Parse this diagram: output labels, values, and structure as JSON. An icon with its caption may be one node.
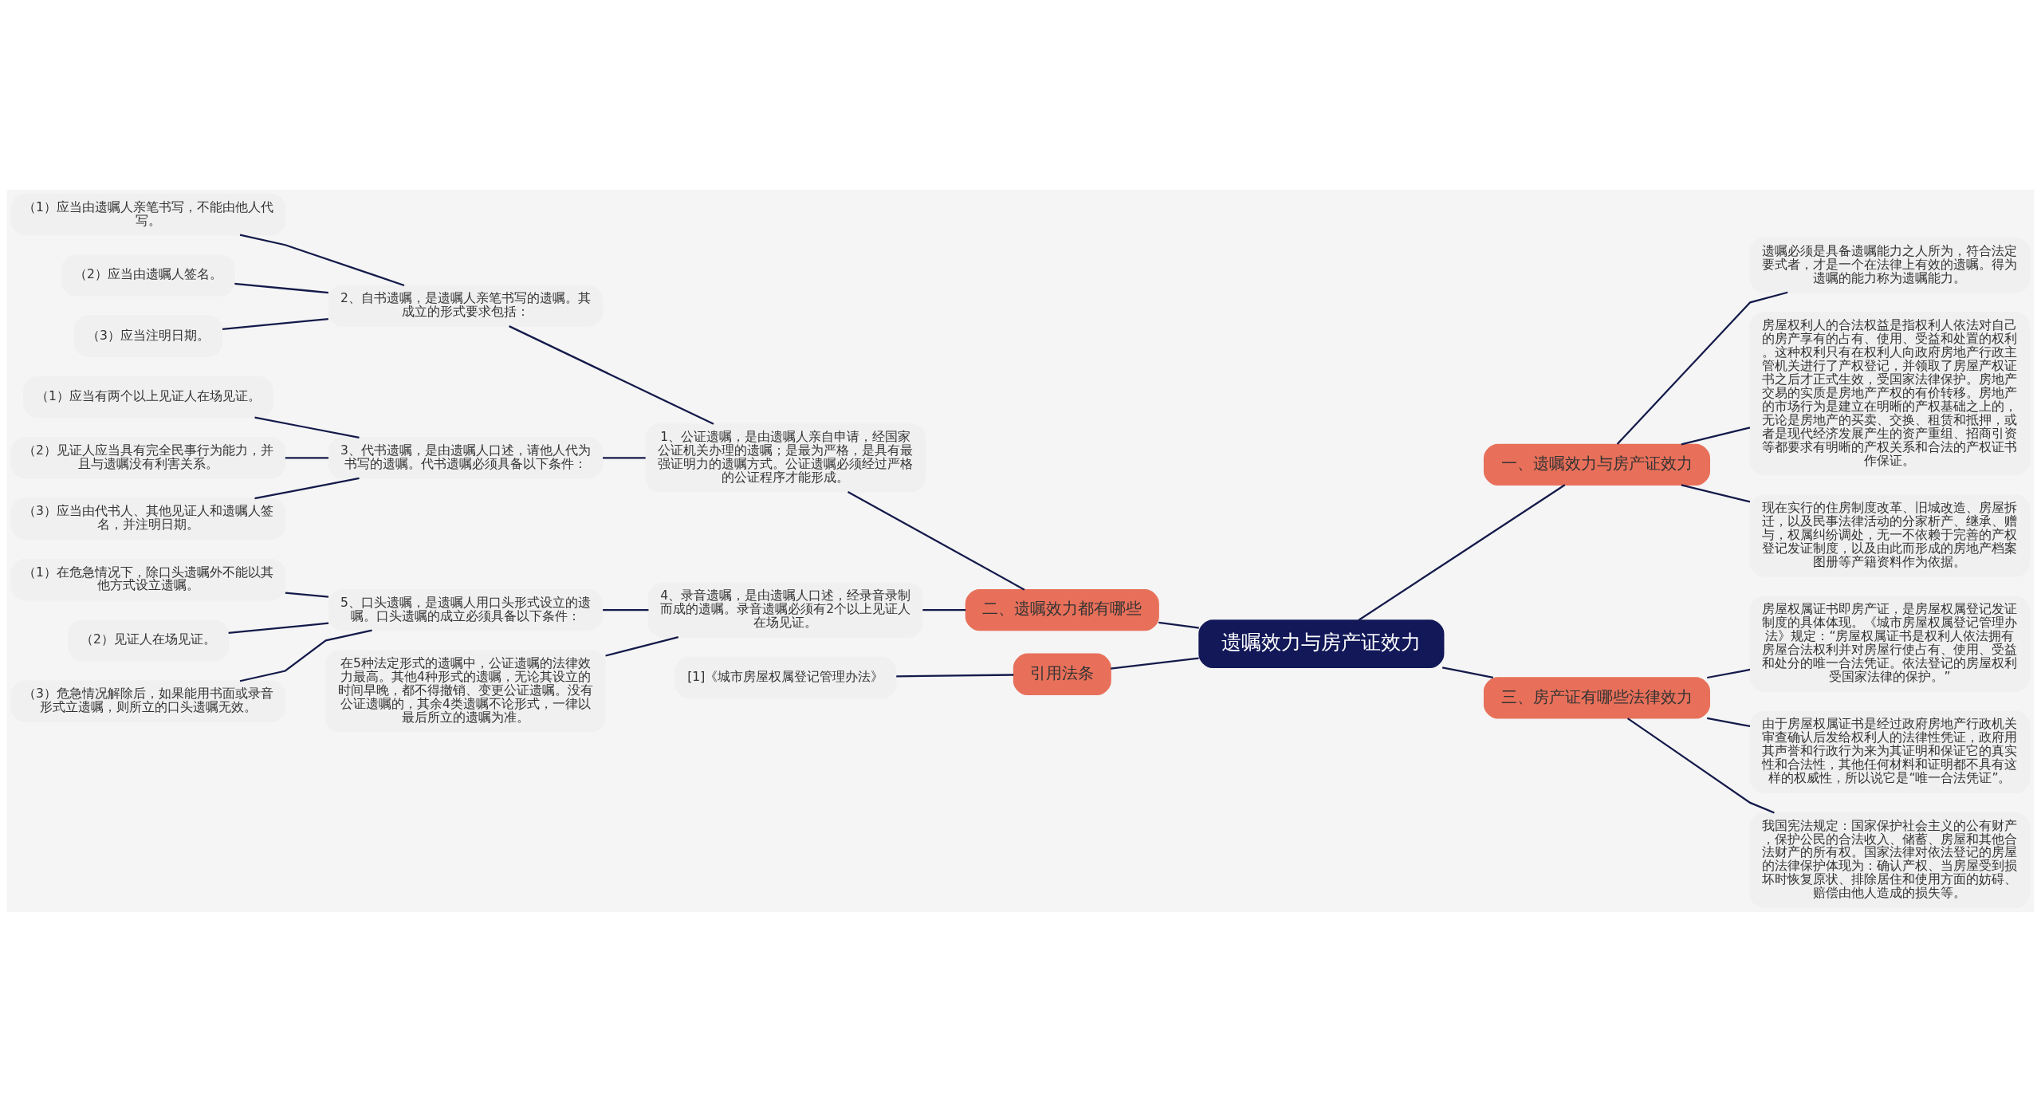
{
  "diagram": {
    "nodes": [
      {
        "text": [
          "遗嘱效力与房产证效力"
        ]
      },
      {
        "text": [
          "一、遗嘱效力与房产证效力"
        ]
      },
      {
        "text": [
          "遗嘱必须是具备遗嘱能力之人所为，符合法定要式者，才是一个在法律上有效的遗嘱。得为遗嘱的能力称为遗嘱能力。"
        ]
      },
      {
        "text": [
          "房屋权利人的合法权益是指权利人依法对自己的房产享有的占有、使用、受益和处置的权利。这种权利只有在权利人向政府房地产行政主管机关进行了产权登记，并领取了房屋产权证书之后才正式生效，受国家法律保护。房地产交易的实质是房地产产权的有价转移。房地产的市场行为是建立在明晰的产权基础之上的，无论是房地产的买卖、交换、租赁和抵押，或者是现代经济发展产生的资产重组、招商引资等都要求有明晰的产权关系和合法的产权证书作保证。"
        ]
      },
      {
        "text": [
          "现在实行的住房制度改革、旧城改造、房屋拆迁，以及民事法律活动的分家析产、继承、赠与，权属纠纷调处，无一不依赖于完善的产权登记发证制度，以及由此而形成的房地产档案图册等产籍资料作为依据。"
        ]
      },
      {
        "text": [
          "三、房产证有哪些法律效力"
        ]
      },
      {
        "text": [
          "房屋权属证书即房产证，是房屋权属登记发证制度的具体体现。《城市房屋权属登记管理办法》规定：“房屋权属证书是权利人依法拥有房屋合法权利并对房屋行使占有、使用、受益和处分的唯一合法凭证。依法登记的房屋权利受国家法律的保护。”"
        ]
      },
      {
        "text": [
          "由于房屋权属证书是经过政府房地产行政机关审查确认后发给权利人的法律性凭证，政府用其声誉和行政行为来为其证明和保证它的真实性和合法性，其他任何材料和证明都不具有这样的权威性，所以说它是“唯一合法凭证”。"
        ]
      },
      {
        "text": [
          "我国宪法规定：国家保护社会主义的公有财产，保护公民的合法收入、储蓄、房屋和其他合法财产的所有权。国家法律对依法登记的房屋的法律保护体现为：确认产权、当房屋受到损坏时恢复原状、排除居住和使用方面的妨碍、赔偿由他人造成的损失等。"
        ]
      },
      {
        "text": [
          "二、遗嘱效力都有哪些"
        ]
      },
      {
        "text": [
          "1、公证遗嘱，是由遗嘱人亲自申请，经国家公证机关办理的遗嘱；是最为严格，是具有最强证明力的遗嘱方式。公证遗嘱必须经过严格的公证程序才能形成。"
        ]
      },
      {
        "text": [
          "2、自书遗嘱，是遗嘱人亲笔书写的遗嘱。其成立的形式要求包括："
        ]
      },
      {
        "text": [
          "（1）应当由遗嘱人亲笔书写，不能由他人代写。"
        ]
      },
      {
        "text": [
          "（2）应当由遗嘱人签名。"
        ]
      },
      {
        "text": [
          "（3）应当注明日期。"
        ]
      },
      {
        "text": [
          "3、代书遗嘱，是由遗嘱人口述，请他人代为书写的遗嘱。代书遗嘱必须具备以下条件："
        ]
      },
      {
        "text": [
          "（1）应当有两个以上见证人在场见证。"
        ]
      },
      {
        "text": [
          "（2）见证人应当具有完全民事行为能力，并且与遗嘱没有利害关系。"
        ]
      },
      {
        "text": [
          "（3）应当由代书人、其他见证人和遗嘱人签名，并注明日期。"
        ]
      },
      {
        "text": [
          "4、录音遗嘱，是由遗嘱人口述，经录音录制而成的遗嘱。录音遗嘱必须有2个以上见证人在场见证。"
        ]
      },
      {
        "text": [
          "5、口头遗嘱，是遗嘱人用口头形式设立的遗嘱。口头遗嘱的成立必须具备以下条件："
        ]
      },
      {
        "text": [
          "（1）在危急情况下，除口头遗嘱外不能以其他方式设立遗嘱。"
        ]
      },
      {
        "text": [
          "（2）见证人在场见证。"
        ]
      },
      {
        "text": [
          "（3）危急情况解除后，如果能用书面或录音形式立遗嘱，则所立的口头遗嘱无效。"
        ]
      },
      {
        "text": [
          "在5种法定形式的遗嘱中，公证遗嘱的法律效力最高。其他4种形式的遗嘱，无论其设立的时间早晚，都不得撤销、变更公证遗嘱。没有公证遗嘱的，其余4类遗嘱不论形式，一律以最后所立的遗嘱为准。"
        ]
      },
      {
        "text": [
          "引用法条"
        ]
      },
      {
        "text": [
          "[1]《城市房屋权属登记管理办法》"
        ]
      }
    ],
    "edges": [
      {
        "from": 0,
        "to": 1,
        "arrow": "none"
      },
      {
        "from": 1,
        "to": 2,
        "arrow": "none"
      },
      {
        "from": 1,
        "to": 3,
        "arrow": "none"
      },
      {
        "from": 1,
        "to": 4,
        "arrow": "none"
      },
      {
        "from": 0,
        "to": 5,
        "arrow": "none"
      },
      {
        "from": 5,
        "to": 6,
        "arrow": "none"
      },
      {
        "from": 5,
        "to": 7,
        "arrow": "none"
      },
      {
        "from": 5,
        "to": 8,
        "arrow": "none"
      },
      {
        "from": 9,
        "to": 0,
        "arrow": "none"
      },
      {
        "from": 10,
        "to": 9,
        "arrow": "none"
      },
      {
        "from": 11,
        "to": 10,
        "arrow": "none"
      },
      {
        "from": 12,
        "to": 11,
        "arrow": "none"
      },
      {
        "from": 13,
        "to": 11,
        "arrow": "none"
      },
      {
        "from": 14,
        "to": 11,
        "arrow": "none"
      },
      {
        "from": 15,
        "to": 10,
        "arrow": "none"
      },
      {
        "from": 16,
        "to": 15,
        "arrow": "none"
      },
      {
        "from": 17,
        "to": 15,
        "arrow": "none"
      },
      {
        "from": 18,
        "to": 15,
        "arrow": "none"
      },
      {
        "from": 19,
        "to": 9,
        "arrow": "none"
      },
      {
        "from": 20,
        "to": 19,
        "arrow": "none"
      },
      {
        "from": 21,
        "to": 20,
        "arrow": "none"
      },
      {
        "from": 22,
        "to": 20,
        "arrow": "none"
      },
      {
        "from": 23,
        "to": 20,
        "arrow": "none"
      },
      {
        "from": 24,
        "to": 19,
        "arrow": "none"
      },
      {
        "from": 25,
        "to": 0,
        "arrow": "none"
      },
      {
        "from": 26,
        "to": 25,
        "arrow": "none"
      }
    ]
  }
}
